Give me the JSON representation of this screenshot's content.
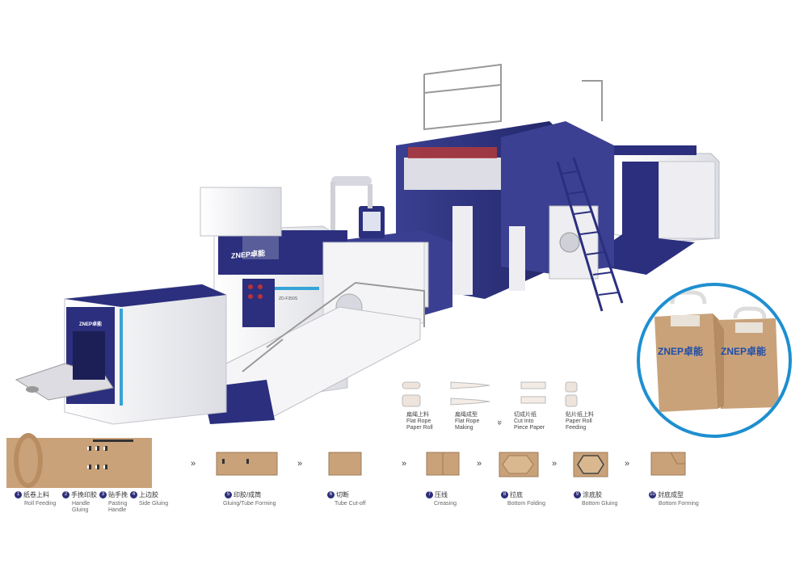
{
  "brand": {
    "logo_text": "ZNEP卓能",
    "machine_label": "ZD-F350S",
    "colors": {
      "navy": "#2b2f7e",
      "white_panel": "#f2f2f4",
      "kraft": "#c9a27a",
      "badge_ring": "#1e8fd0",
      "step_num": "#2d2f7a"
    }
  },
  "inset": {
    "bag_logo": "ZNEP卓能"
  },
  "rope_steps": [
    {
      "zh": "扁绳上料",
      "en1": "Flat Rope",
      "en2": "Paper Roll"
    },
    {
      "zh": "扁绳成型",
      "en1": "Flat Rope",
      "en2": "Making"
    },
    {
      "zh": "切成片纸",
      "en1": "Cut Into",
      "en2": "Piece Paper"
    },
    {
      "zh": "贴片纸上料",
      "en1": "Paper Roll",
      "en2": "Feeding"
    }
  ],
  "steps": [
    {
      "num": "1",
      "zh": "纸卷上料",
      "en1": "Roll Feeding",
      "en2": ""
    },
    {
      "num": "2",
      "zh": "手挽印胶",
      "en1": "Handle",
      "en2": "Gluing"
    },
    {
      "num": "3",
      "zh": "贴手挽",
      "en1": "Pasting",
      "en2": "Handle"
    },
    {
      "num": "4",
      "zh": "上边胶",
      "en1": "Side Gluing",
      "en2": ""
    },
    {
      "num": "5",
      "zh": "印胶/成筒",
      "en1": "Gluing/Tube Forming",
      "en2": ""
    },
    {
      "num": "6",
      "zh": "切断",
      "en1": "Tube Cut-off",
      "en2": ""
    },
    {
      "num": "7",
      "zh": "压线",
      "en1": "Creasing",
      "en2": ""
    },
    {
      "num": "8",
      "zh": "拉底",
      "en1": "Bottom Folding",
      "en2": ""
    },
    {
      "num": "9",
      "zh": "涂底胶",
      "en1": "Bottom Gluing",
      "en2": ""
    },
    {
      "num": "10",
      "zh": "封底成型",
      "en1": "Bottom Forming",
      "en2": ""
    }
  ],
  "arrows": {
    "symbol": "»",
    "down_symbol": "«"
  }
}
